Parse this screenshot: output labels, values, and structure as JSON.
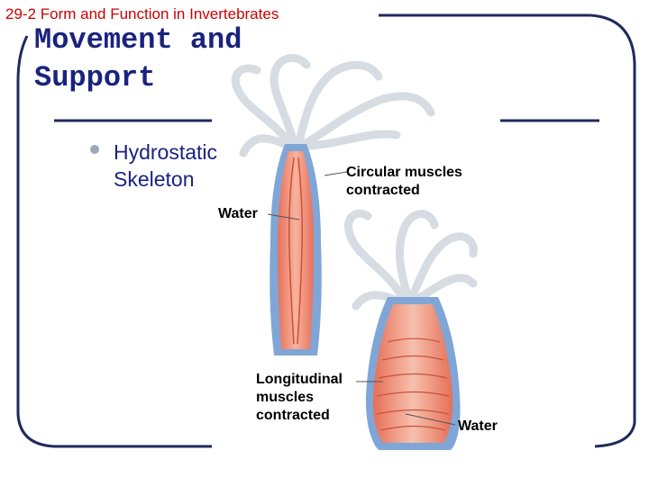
{
  "header": {
    "text": "29-2 Form and Function in Invertebrates"
  },
  "slide": {
    "title_line1": "Movement and",
    "title_line2": "Support",
    "bullet": "Hydrostatic Skeleton"
  },
  "figure": {
    "label_circular": "Circular muscles contracted",
    "label_water_left": "Water",
    "label_longitudinal": "Longitudinal muscles contracted",
    "label_water_right": "Water"
  },
  "colors": {
    "header_red": "#cc0000",
    "title_blue": "#1a237e",
    "frame_navy": "#1f2a5a",
    "body_salmon": "#f08a6c",
    "outer_blue": "#7fa6d6",
    "tentacle_gray": "#d6dce2"
  }
}
